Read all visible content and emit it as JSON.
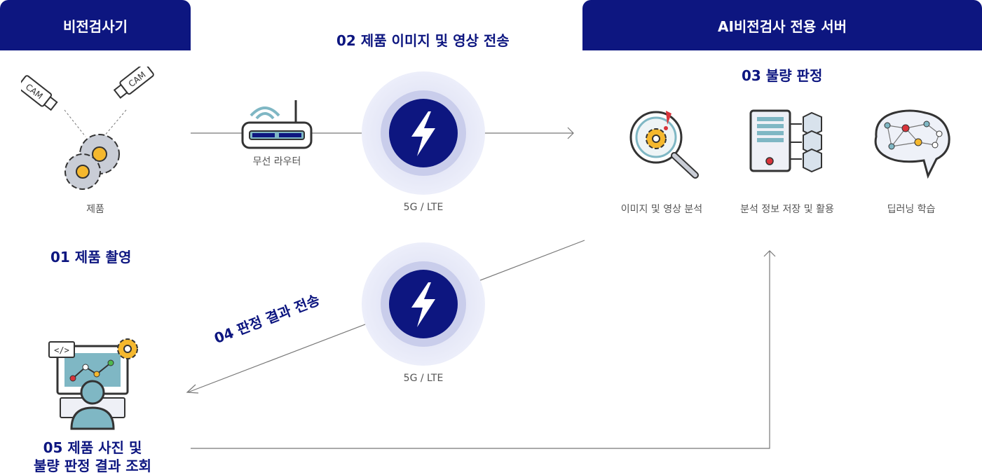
{
  "headers": {
    "left": "비전검사기",
    "right": "AI비전검사 전용 서버"
  },
  "steps": {
    "s01": "01 제품 촬영",
    "s02": "02 제품 이미지 및 영상 전송",
    "s03": "03 불량 판정",
    "s04": "04 판정 결과 전송",
    "s05_line1": "05 제품 사진 및",
    "s05_line2": "불량 판정 결과 조회"
  },
  "labels": {
    "product": "제품",
    "router": "무선 라우터",
    "network_top": "5G / LTE",
    "network_bottom": "5G / LTE",
    "analysis": "이미지 및 영상 분석",
    "storage": "분석 정보 저장 및 활용",
    "deep_learning": "딥러닝 학습",
    "cam1": "CAM",
    "cam2": "CAM",
    "code_tag": "</>"
  },
  "colors": {
    "navy": "#0d1680",
    "teal": "#7fb7c4",
    "yellow": "#f5b82e",
    "gray": "#555555"
  },
  "icons": [
    "camera-icon",
    "gear-icon",
    "router-icon",
    "lightning-icon",
    "magnifier-icon",
    "server-icon",
    "brain-icon",
    "user-computer-icon"
  ]
}
